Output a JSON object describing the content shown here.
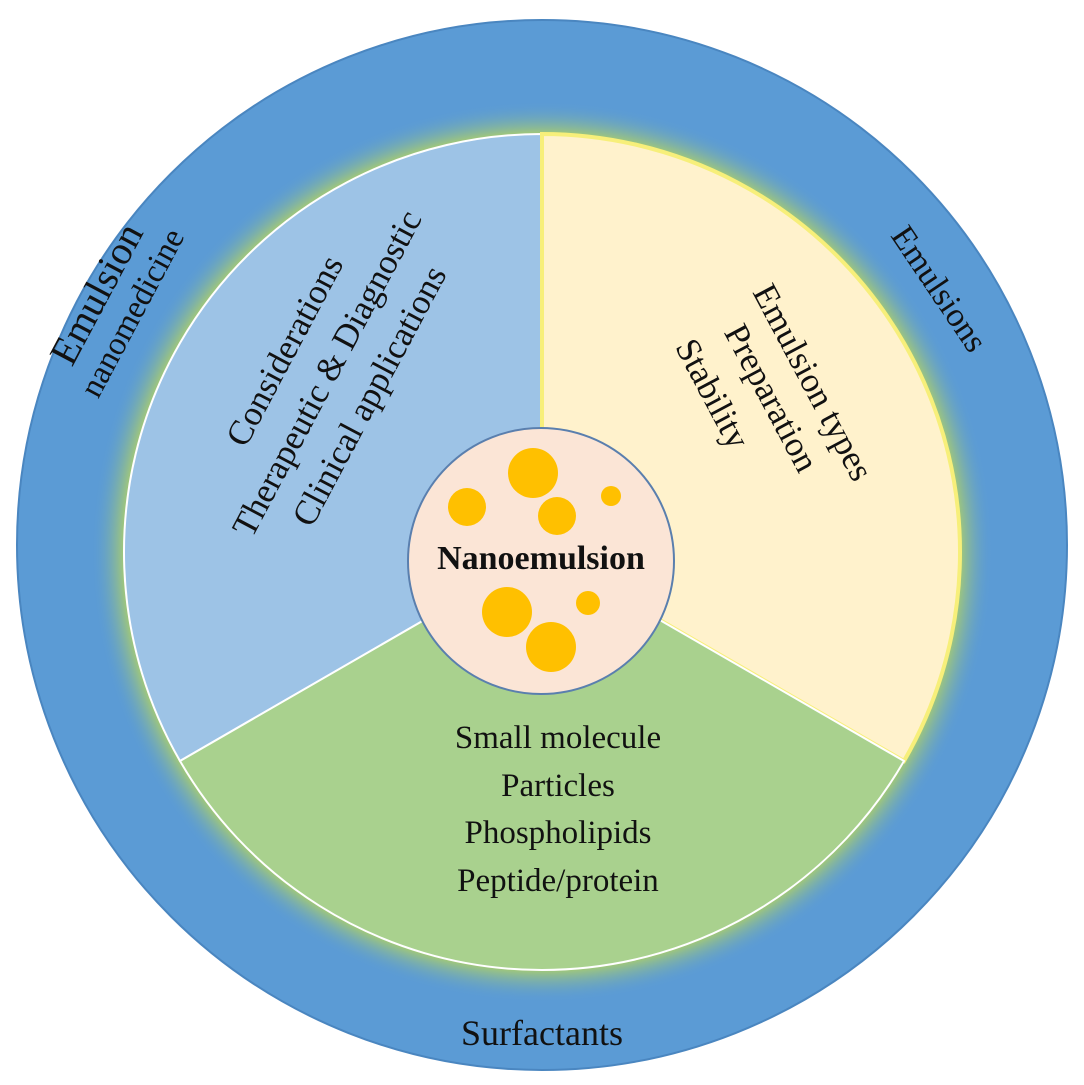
{
  "center": {
    "label": "Nanoemulsion"
  },
  "outer_ring": {
    "left_line1": "Emulsion",
    "left_line2": "nanomedicine",
    "right": "Emulsions",
    "bottom": "Surfactants"
  },
  "sectors": {
    "left": {
      "lines": [
        "Considerations",
        "Therapeutic & Diagnostic",
        "Clinical applications"
      ]
    },
    "right": {
      "lines": [
        "Emulsion types",
        "Preparation",
        "Stability"
      ]
    },
    "bottom": {
      "lines": [
        "Small molecule",
        "Particles",
        "Phospholipids",
        "Peptide/protein"
      ]
    }
  },
  "colors": {
    "outer_ring": "#5b9bd5",
    "left_sector": "#9dc3e6",
    "right_sector": "#fff2cc",
    "bottom_sector": "#a9d18e",
    "center_fill": "#fbe5d6",
    "droplet": "#ffc000"
  }
}
